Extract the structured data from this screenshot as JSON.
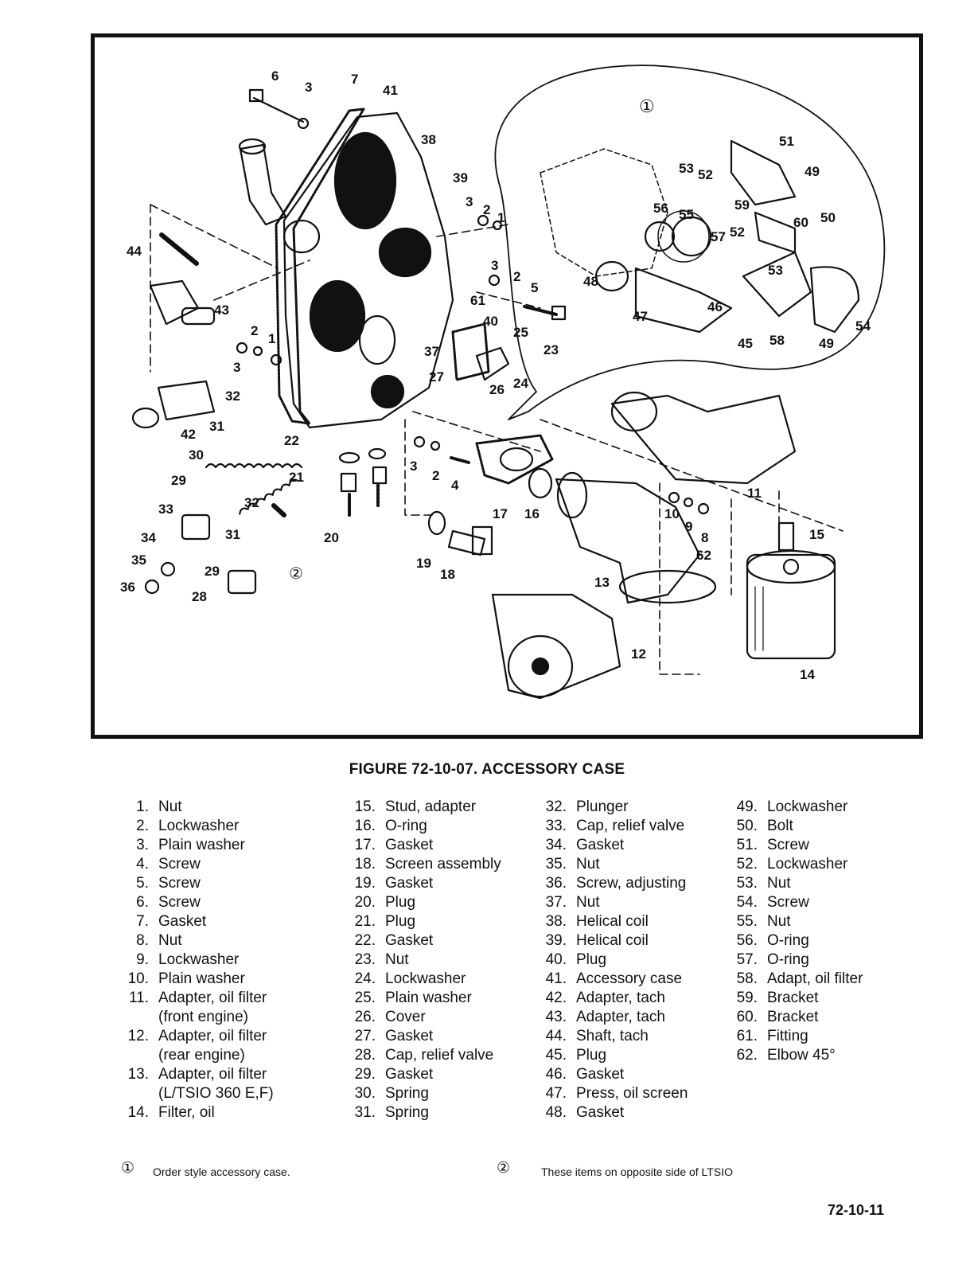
{
  "figure": {
    "caption": "FIGURE 72-10-07. ACCESSORY CASE",
    "callouts": [
      "1",
      "2",
      "3",
      "4",
      "5",
      "6",
      "7",
      "8",
      "9",
      "10",
      "11",
      "12",
      "13",
      "14",
      "15",
      "16",
      "17",
      "18",
      "19",
      "20",
      "21",
      "22",
      "23",
      "24",
      "25",
      "26",
      "27",
      "28",
      "29",
      "30",
      "31",
      "32",
      "33",
      "34",
      "35",
      "36",
      "37",
      "38",
      "39",
      "40",
      "41",
      "42",
      "43",
      "44",
      "45",
      "46",
      "47",
      "48",
      "49",
      "50",
      "51",
      "52",
      "53",
      "54",
      "55",
      "56",
      "57",
      "58",
      "59",
      "60",
      "61",
      "62"
    ],
    "markers": [
      "①",
      "②"
    ]
  },
  "parts_columns": [
    [
      {
        "num": "1.",
        "label": "Nut"
      },
      {
        "num": "2.",
        "label": "Lockwasher"
      },
      {
        "num": "3.",
        "label": "Plain washer"
      },
      {
        "num": "4.",
        "label": "Screw"
      },
      {
        "num": "5.",
        "label": "Screw"
      },
      {
        "num": "6.",
        "label": "Screw"
      },
      {
        "num": "7.",
        "label": "Gasket"
      },
      {
        "num": "8.",
        "label": "Nut"
      },
      {
        "num": "9.",
        "label": "Lockwasher"
      },
      {
        "num": "10.",
        "label": "Plain washer"
      },
      {
        "num": "11.",
        "label": "Adapter, oil filter\n(front engine)"
      },
      {
        "num": "12.",
        "label": "Adapter, oil filter\n(rear engine)"
      },
      {
        "num": "13.",
        "label": "Adapter, oil filter\n(L/TSIO 360 E,F)"
      },
      {
        "num": "14.",
        "label": "Filter, oil"
      }
    ],
    [
      {
        "num": "15.",
        "label": "Stud, adapter"
      },
      {
        "num": "16.",
        "label": "O-ring"
      },
      {
        "num": "17.",
        "label": "Gasket"
      },
      {
        "num": "18.",
        "label": "Screen assembly"
      },
      {
        "num": "19.",
        "label": "Gasket"
      },
      {
        "num": "20.",
        "label": "Plug"
      },
      {
        "num": "21.",
        "label": "Plug"
      },
      {
        "num": "22.",
        "label": "Gasket"
      },
      {
        "num": "23.",
        "label": "Nut"
      },
      {
        "num": "24.",
        "label": "Lockwasher"
      },
      {
        "num": "25.",
        "label": "Plain washer"
      },
      {
        "num": "26.",
        "label": "Cover"
      },
      {
        "num": "27.",
        "label": "Gasket"
      },
      {
        "num": "28.",
        "label": "Cap, relief valve"
      },
      {
        "num": "29.",
        "label": "Gasket"
      },
      {
        "num": "30.",
        "label": "Spring"
      },
      {
        "num": "31.",
        "label": "Spring"
      }
    ],
    [
      {
        "num": "32.",
        "label": "Plunger"
      },
      {
        "num": "33.",
        "label": "Cap, relief valve"
      },
      {
        "num": "34.",
        "label": "Gasket"
      },
      {
        "num": "35.",
        "label": "Nut"
      },
      {
        "num": "36.",
        "label": "Screw, adjusting"
      },
      {
        "num": "37.",
        "label": "Nut"
      },
      {
        "num": "38.",
        "label": "Helical coil"
      },
      {
        "num": "39.",
        "label": "Helical coil"
      },
      {
        "num": "40.",
        "label": "Plug"
      },
      {
        "num": "41.",
        "label": "Accessory case"
      },
      {
        "num": "42.",
        "label": "Adapter, tach"
      },
      {
        "num": "43.",
        "label": "Adapter, tach"
      },
      {
        "num": "44.",
        "label": "Shaft, tach"
      },
      {
        "num": "45.",
        "label": "Plug"
      },
      {
        "num": "46.",
        "label": "Gasket"
      },
      {
        "num": "47.",
        "label": "Press, oil screen"
      },
      {
        "num": "48.",
        "label": "Gasket"
      }
    ],
    [
      {
        "num": "49.",
        "label": "Lockwasher"
      },
      {
        "num": "50.",
        "label": "Bolt"
      },
      {
        "num": "51.",
        "label": "Screw"
      },
      {
        "num": "52.",
        "label": "Lockwasher"
      },
      {
        "num": "53.",
        "label": "Nut"
      },
      {
        "num": "54.",
        "label": "Screw"
      },
      {
        "num": "55.",
        "label": "Nut"
      },
      {
        "num": "56.",
        "label": "O-ring"
      },
      {
        "num": "57.",
        "label": "O-ring"
      },
      {
        "num": "58.",
        "label": "Adapt, oil filter"
      },
      {
        "num": "59.",
        "label": "Bracket"
      },
      {
        "num": "60.",
        "label": "Bracket"
      },
      {
        "num": "61.",
        "label": "Fitting"
      },
      {
        "num": "62.",
        "label": "Elbow 45°"
      }
    ]
  ],
  "notes": [
    {
      "mark": "①",
      "text": "Order style accessory case."
    },
    {
      "mark": "②",
      "text": "These items on opposite side of LTSIO"
    }
  ],
  "page_number": "72-10-11"
}
